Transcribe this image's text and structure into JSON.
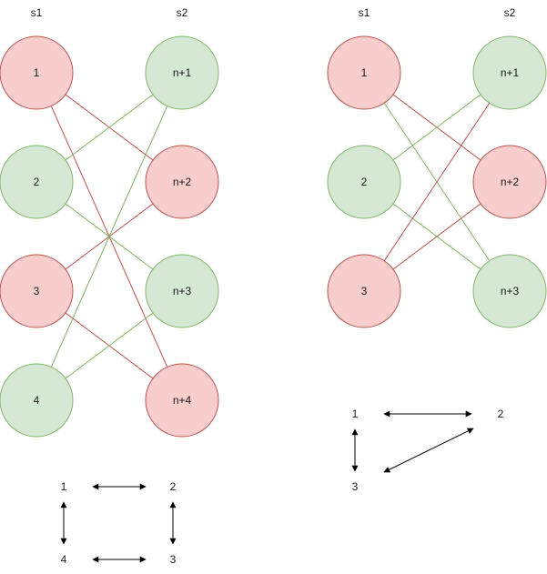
{
  "colors": {
    "red_fill": "#f8cecc",
    "red_stroke": "#b85450",
    "green_fill": "#d5e8d4",
    "green_stroke": "#82b366",
    "arrow": "#000000"
  },
  "left_graph": {
    "header_s1": "s1",
    "header_s2": "s2",
    "nodes": [
      {
        "label": "1",
        "color": "red"
      },
      {
        "label": "2",
        "color": "green"
      },
      {
        "label": "3",
        "color": "red"
      },
      {
        "label": "4",
        "color": "green"
      },
      {
        "label": "n+1",
        "color": "green"
      },
      {
        "label": "n+2",
        "color": "red"
      },
      {
        "label": "n+3",
        "color": "green"
      },
      {
        "label": "n+4",
        "color": "red"
      }
    ],
    "edges": [
      {
        "from": "1",
        "to": "n+2",
        "color": "red"
      },
      {
        "from": "1",
        "to": "n+4",
        "color": "red"
      },
      {
        "from": "2",
        "to": "n+1",
        "color": "green"
      },
      {
        "from": "2",
        "to": "n+3",
        "color": "green"
      },
      {
        "from": "3",
        "to": "n+2",
        "color": "red"
      },
      {
        "from": "3",
        "to": "n+4",
        "color": "red"
      },
      {
        "from": "4",
        "to": "n+1",
        "color": "green"
      },
      {
        "from": "4",
        "to": "n+3",
        "color": "green"
      }
    ],
    "cycle_labels": {
      "a": "1",
      "b": "2",
      "c": "3",
      "d": "4"
    },
    "cycle_edges": [
      {
        "from": "1",
        "to": "2"
      },
      {
        "from": "2",
        "to": "3"
      },
      {
        "from": "3",
        "to": "4"
      },
      {
        "from": "4",
        "to": "1"
      }
    ]
  },
  "right_graph": {
    "header_s1": "s1",
    "header_s2": "s2",
    "nodes": [
      {
        "label": "1",
        "color": "red"
      },
      {
        "label": "2",
        "color": "green"
      },
      {
        "label": "3",
        "color": "red"
      },
      {
        "label": "n+1",
        "color": "green"
      },
      {
        "label": "n+2",
        "color": "red"
      },
      {
        "label": "n+3",
        "color": "green"
      }
    ],
    "edges": [
      {
        "from": "1",
        "to": "n+2",
        "color": "red"
      },
      {
        "from": "1",
        "to": "n+3",
        "color": "green"
      },
      {
        "from": "2",
        "to": "n+1",
        "color": "green"
      },
      {
        "from": "2",
        "to": "n+3",
        "color": "green"
      },
      {
        "from": "3",
        "to": "n+1",
        "color": "red"
      },
      {
        "from": "3",
        "to": "n+2",
        "color": "red"
      }
    ],
    "cycle_labels": {
      "a": "1",
      "b": "2",
      "c": "3"
    },
    "cycle_edges": [
      {
        "from": "1",
        "to": "2"
      },
      {
        "from": "2",
        "to": "3"
      },
      {
        "from": "3",
        "to": "1"
      }
    ]
  }
}
